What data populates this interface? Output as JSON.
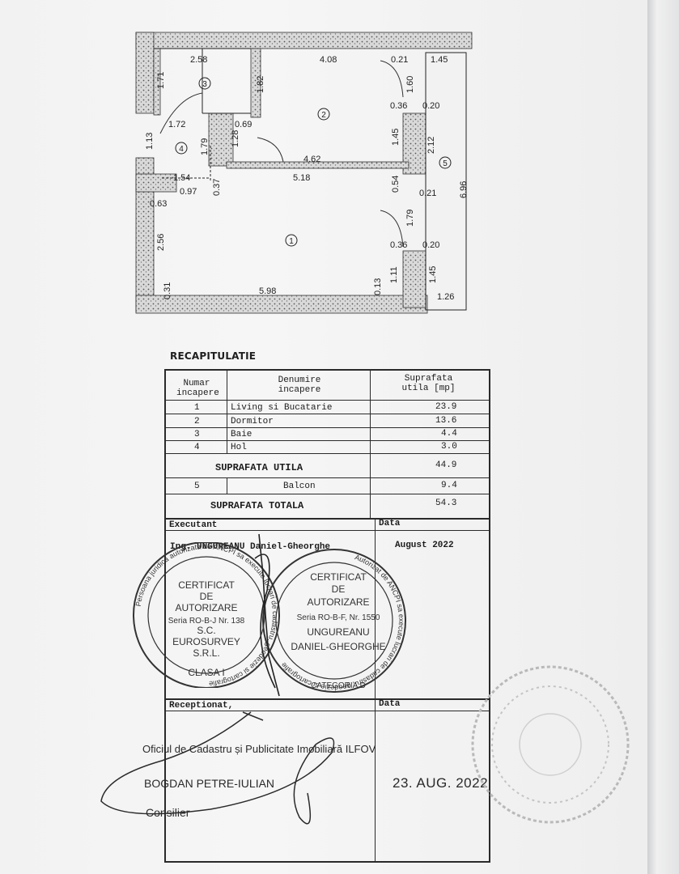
{
  "floor_plan": {
    "dimensions": [
      "2.58",
      "4.08",
      "0.21",
      "1.45",
      "1.71",
      "1.82",
      "1.60",
      "0.36",
      "0.20",
      "1.72",
      "0.69",
      "1.13",
      "1.79",
      "1.28",
      "1.45",
      "2.12",
      "4.62",
      "5.18",
      "1.54",
      "0.97",
      "0.37",
      "0.54",
      "0.21",
      "6.96",
      "0.63",
      "2.56",
      "1.79",
      "0.36",
      "0.20",
      "1.11",
      "1.45",
      "0.31",
      "5.98",
      "0.13",
      "1.26"
    ],
    "room_numbers": [
      "1",
      "2",
      "3",
      "4",
      "5"
    ]
  },
  "recap": {
    "title": "RECAPITULATIE",
    "headers": {
      "number": [
        "Numar",
        "incapere"
      ],
      "name": [
        "Denumire",
        "incapere"
      ],
      "area": [
        "Suprafata",
        "utila [mp]"
      ]
    },
    "rooms": [
      {
        "num": "1",
        "name": "Living si Bucatarie",
        "area": "23.9"
      },
      {
        "num": "2",
        "name": "Dormitor",
        "area": "13.6"
      },
      {
        "num": "3",
        "name": "Baie",
        "area": "4.4"
      },
      {
        "num": "4",
        "name": "Hol",
        "area": "3.0"
      }
    ],
    "useful_label": "SUPRAFATA UTILA",
    "useful_value": "44.9",
    "balcony": {
      "num": "5",
      "name": "Balcon",
      "area": "9.4"
    },
    "total_label": "SUPRAFATA TOTALA",
    "total_value": "54.3",
    "executant_label": "Executant",
    "date_label": "Data",
    "executant_name": "Ing. UNGUREANU Daniel-Gheorghe",
    "executant_date": "August 2022",
    "received_label": "Receptionat,",
    "received_date_label": "Data"
  },
  "stamp_left": {
    "ring": "Persoana juridica autorizata de ANCPI sa execute lucrari de cadastru, geodezie si cartografie",
    "lines": [
      "CERTIFICAT",
      "DE",
      "AUTORIZARE",
      "Seria RO-B-J Nr. 138",
      "S.C.",
      "EUROSURVEY",
      "S.R.L.",
      "CLASA I"
    ]
  },
  "stamp_right": {
    "ring": "Autorizat de ANCPI sa execute lucrari de cadastru, geodezie si cartografie",
    "lines": [
      "CERTIFICAT",
      "DE",
      "AUTORIZARE",
      "Seria RO-B-F, Nr. 1550",
      "UNGUREANU",
      "DANIEL-GHEORGHE",
      "CATEGORIA D"
    ]
  },
  "receiver": {
    "office": "Oficiul de Cadastru și Publicitate Imobiliară ILFOV",
    "person": "BOGDAN PETRE-IULIAN",
    "role": "Consilier",
    "date": "23. AUG. 2022"
  }
}
